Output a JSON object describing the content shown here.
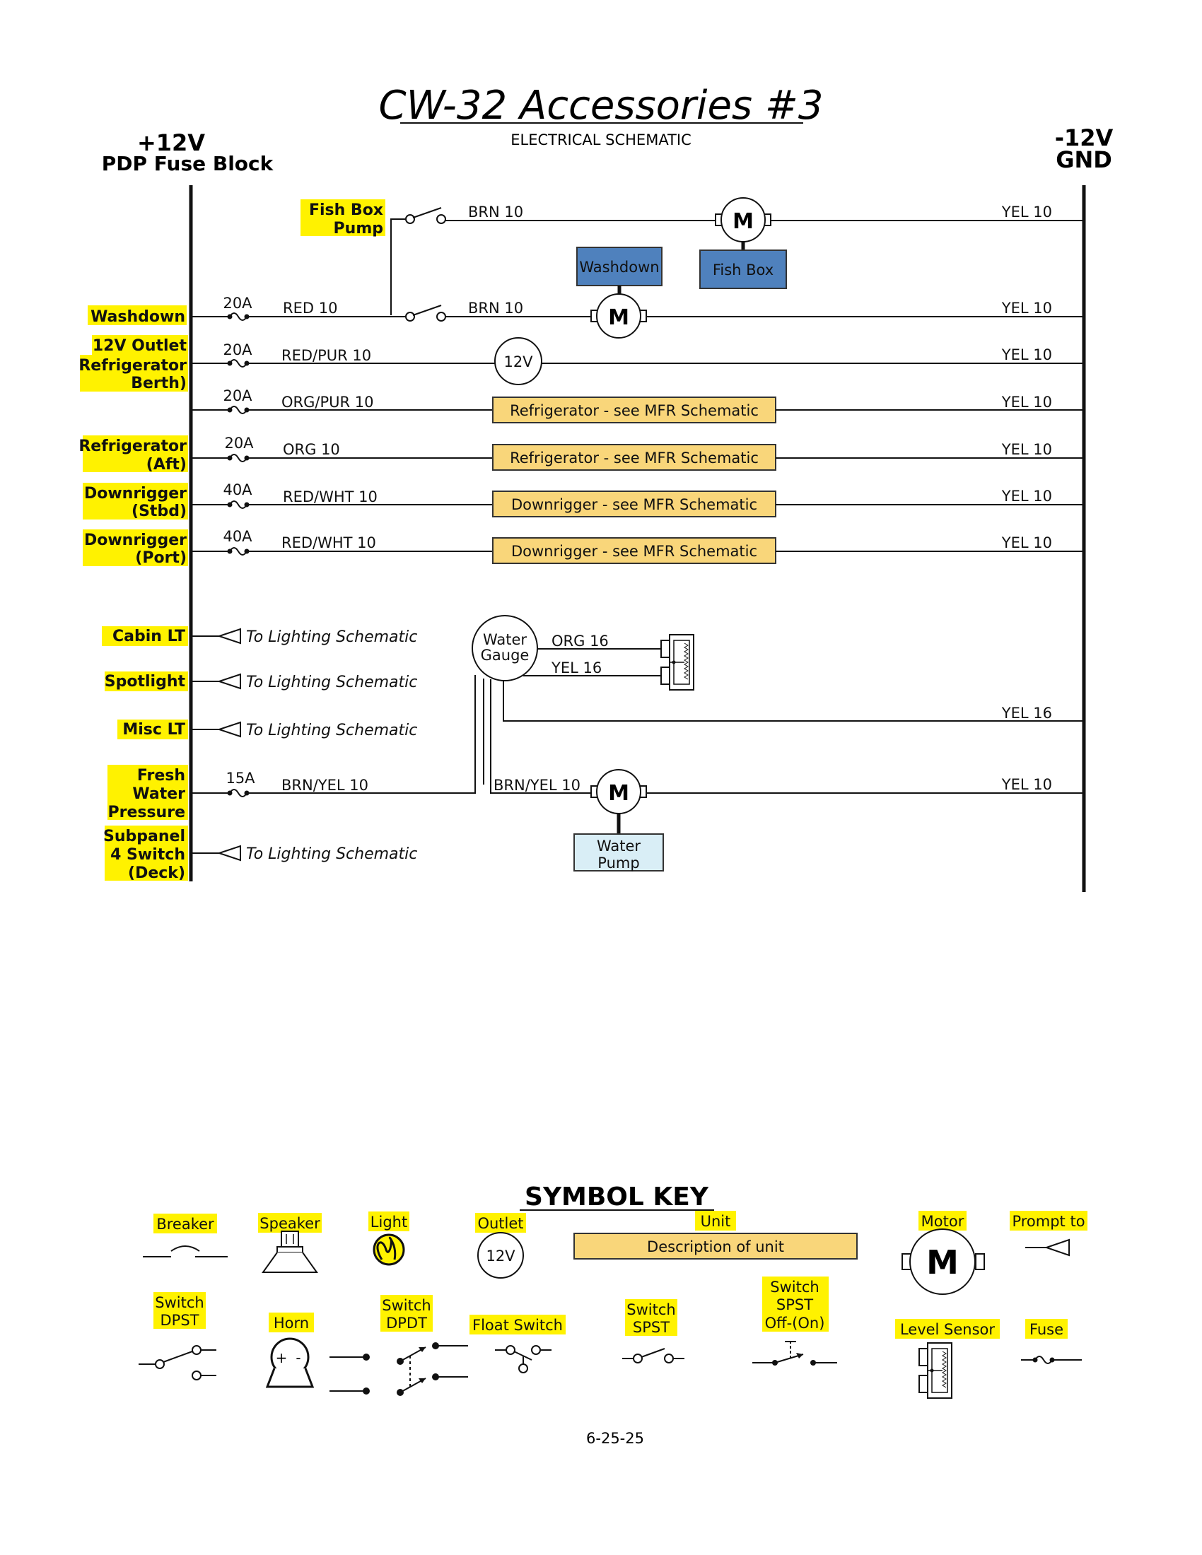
{
  "title": "CW-32 Accessories #3",
  "subtitle": "ELECTRICAL SCHEMATIC",
  "left_rail": {
    "voltage": "+12V",
    "name": "PDP Fuse Block"
  },
  "right_rail": {
    "voltage": "-12V",
    "name": "GND"
  },
  "circuits": {
    "fishbox": {
      "label": [
        "Fish Box",
        "Pump"
      ],
      "wire1": "BRN 10",
      "wire2": "YEL 10",
      "unit": "Fish Box"
    },
    "washdown": {
      "label": [
        "Washdown"
      ],
      "fuse": "20A",
      "wire1": "RED 10",
      "wire_mid": "BRN 10",
      "wire2": "YEL 10",
      "unit": "Washdown"
    },
    "outlet": {
      "label": [
        "12V Outlet"
      ],
      "fuse": "20A",
      "wire1": "RED/PUR 10",
      "outlet": "12V",
      "wire2": "YEL 10"
    },
    "fridge_berth": {
      "label": [
        "Refrigerator",
        "Berth)"
      ],
      "fuse": "20A",
      "wire1": "ORG/PUR 10",
      "unit": "Refrigerator - see MFR Schematic",
      "wire2": "YEL 10"
    },
    "fridge_aft": {
      "label": [
        "Refrigerator",
        "(Aft)"
      ],
      "fuse": "20A",
      "wire1": "ORG 10",
      "unit": "Refrigerator - see MFR Schematic",
      "wire2": "YEL 10"
    },
    "down_stbd": {
      "label": [
        "Downrigger",
        "(Stbd)"
      ],
      "fuse": "40A",
      "wire1": "RED/WHT 10",
      "unit": "Downrigger - see MFR Schematic",
      "wire2": "YEL 10"
    },
    "down_port": {
      "label": [
        "Downrigger",
        "(Port)"
      ],
      "fuse": "40A",
      "wire1": "RED/WHT 10",
      "unit": "Downrigger - see MFR Schematic",
      "wire2": "YEL 10"
    },
    "cabin": {
      "label": "Cabin LT",
      "prompt": "To Lighting Schematic"
    },
    "spot": {
      "label": "Spotlight",
      "prompt": "To Lighting Schematic"
    },
    "misc": {
      "label": "Misc LT",
      "prompt": "To Lighting Schematic"
    },
    "fresh": {
      "label": [
        "Fresh",
        "Water",
        "Pressure"
      ],
      "fuse": "15A",
      "wire1": "BRN/YEL 10",
      "wire_mid": "BRN/YEL 10",
      "wire2": "YEL 10",
      "unit": [
        "Water",
        "Pump"
      ]
    },
    "gauge": {
      "label": [
        "Water",
        "Gauge"
      ],
      "wire_a": "ORG 16",
      "wire_b": "YEL 16",
      "wire_gnd": "YEL 16"
    },
    "subpanel": {
      "label": [
        "Subpanel",
        "4 Switch",
        "(Deck)"
      ],
      "prompt": "To Lighting Schematic"
    }
  },
  "motor_letter": "M",
  "symbol_key": {
    "title": "SYMBOL KEY",
    "breaker": "Breaker",
    "speaker": "Speaker",
    "light": "Light",
    "outlet": "Outlet",
    "outlet_text": "12V",
    "unit": "Unit",
    "unit_desc": "Description of unit",
    "motor": "Motor",
    "prompt": "Prompt to",
    "switch_dpst": [
      "Switch",
      "DPST"
    ],
    "horn": "Horn",
    "switch_dpdt": [
      "Switch",
      "DPDT"
    ],
    "float_switch": "Float Switch",
    "switch_spst": [
      "Switch",
      "SPST"
    ],
    "switch_spst_off_on": [
      "Switch",
      "SPST",
      "Off-(On)"
    ],
    "level_sensor": "Level Sensor",
    "fuse": "Fuse"
  },
  "date": "6-25-25",
  "colors": {
    "highlight": "#fff200",
    "unit_box": "#f9d67a",
    "blue_box": "#4f81bd",
    "pump_box": "#d9eef6"
  }
}
